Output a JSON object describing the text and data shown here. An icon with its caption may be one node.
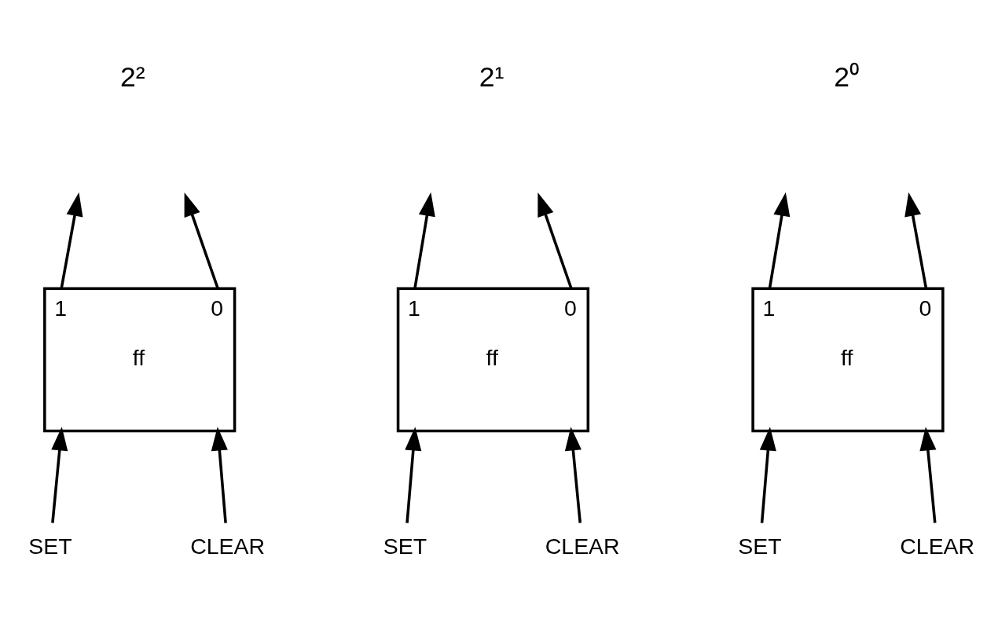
{
  "diagram": {
    "nodes": [
      {
        "text": [
          "1",
          "0",
          "ff"
        ]
      },
      {
        "text": [
          "SET"
        ]
      },
      {
        "text": [
          "CLEAR"
        ]
      },
      {
        "text": [
          "1",
          "0",
          "ff"
        ]
      },
      {
        "text": [
          "SET"
        ]
      },
      {
        "text": [
          "CLEAR"
        ]
      },
      {
        "text": [
          "1",
          "0",
          "ff"
        ]
      },
      {
        "text": [
          "SET"
        ]
      },
      {
        "text": [
          "CLEAR"
        ]
      }
    ],
    "edges": [
      {
        "from": 1,
        "to": 0,
        "arrow": "to"
      },
      {
        "from": 2,
        "to": 0,
        "arrow": "to"
      },
      {
        "from": 0,
        "to": null,
        "arrow": "to"
      },
      {
        "from": 0,
        "to": null,
        "arrow": "to"
      },
      {
        "from": 4,
        "to": 3,
        "arrow": "to"
      },
      {
        "from": 5,
        "to": 3,
        "arrow": "to"
      },
      {
        "from": 3,
        "to": null,
        "arrow": "to"
      },
      {
        "from": 3,
        "to": null,
        "arrow": "to"
      },
      {
        "from": 7,
        "to": 6,
        "arrow": "to"
      },
      {
        "from": 8,
        "to": 6,
        "arrow": "to"
      },
      {
        "from": 6,
        "to": null,
        "arrow": "to"
      },
      {
        "from": 6,
        "to": null,
        "arrow": "to"
      }
    ],
    "labels": [
      "2²",
      "2¹",
      "2⁰"
    ]
  }
}
